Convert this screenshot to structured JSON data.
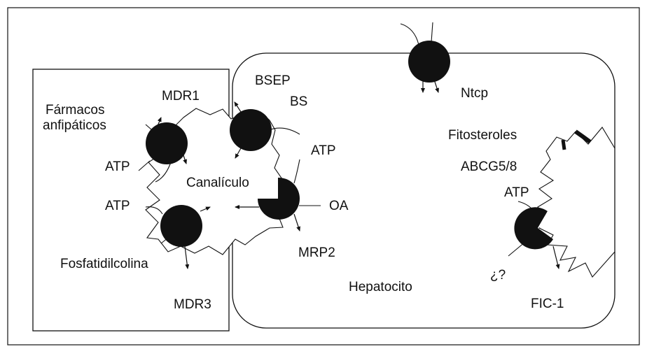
{
  "diagram": {
    "colors": {
      "ink": "#111111",
      "background": "#ffffff"
    },
    "labels": {
      "farmacos": "Fármacos",
      "anfipaticos": "anfipáticos",
      "mdr1": "MDR1",
      "atp_left_top": "ATP",
      "atp_left_bottom": "ATP",
      "fosfatidilcolina": "Fosfatidilcolina",
      "mdr3": "MDR3",
      "bsep": "BSEP",
      "bs": "BS",
      "atp_center": "ATP",
      "canaliculo": "Canalículo",
      "oa": "OA",
      "mrp2": "MRP2",
      "hepatocito": "Hepatocito",
      "ntcp": "Ntcp",
      "fitosteroles": "Fitosteroles",
      "abcg58": "ABCG5/8",
      "atp_right": "ATP",
      "unknown": "¿?",
      "fic1": "FIC-1"
    }
  }
}
